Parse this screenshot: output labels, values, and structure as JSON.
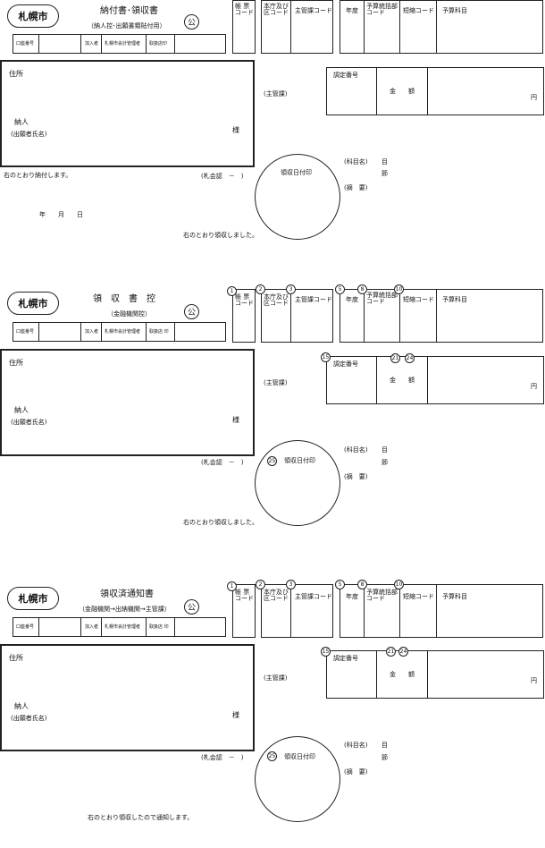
{
  "logo": "札幌市",
  "seal_char": "公",
  "sections": [
    {
      "title": "納付書･領収書",
      "subtitle": "（納人控･出願書類貼付用）"
    },
    {
      "title": "領　収　書　控",
      "subtitle": "（金融機関控）"
    },
    {
      "title": "領収済通知書",
      "subtitle": "（金融機関→出納機関→主管課）"
    }
  ],
  "small_row": {
    "account": "口座番号",
    "subscriber": "加入者",
    "treasurer": "札幌市会計管理者",
    "handling": "取扱店印",
    "handling_sec1": "取扱店 印",
    "handling_sec2": "取扱店 印"
  },
  "code_headers": {
    "voucher": "帳 票\nコード",
    "office": "本庁及び\n区コード",
    "dept": "主管課コード",
    "year": "年度",
    "budget_dept": "予算統括部\nコード",
    "short": "短縮コード",
    "item": "予算科目"
  },
  "address_box": {
    "address": "住所",
    "payer": "納人",
    "payer_sub": "(出願者氏名)",
    "honorific": "様"
  },
  "main_dept": "(主管課)",
  "assess_no": "調定番号",
  "amount": "金　　額",
  "yen": "円",
  "receipt_stamp": "領収日付印",
  "kamoku": "(科目名)",
  "moku": "目",
  "setsu": "節",
  "tekiyo": "(摘　要)",
  "kaikei": "(札会認　－　)",
  "sec1_paid": "右のとおり納付します。",
  "sec1_date": "年　　月　　日",
  "received": "右のとおり領収しました。",
  "notice": "右のとおり領収したので通知します。",
  "circle_nums": {
    "n1": "1",
    "n2": "2",
    "n3": "3",
    "n5": "5",
    "n8": "8",
    "n10": "10",
    "n15": "15",
    "n21": "21",
    "n24": "24",
    "n25": "25"
  }
}
